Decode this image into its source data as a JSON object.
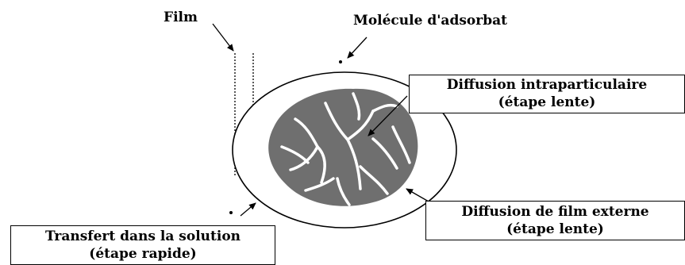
{
  "labels": {
    "film": "Film",
    "molecule": "Molécule d'adsorbat"
  },
  "boxes": {
    "intraparticle": {
      "line1": "Diffusion intraparticulaire",
      "line2": "(étape lente)"
    },
    "external_film": {
      "line1": "Diffusion de film externe",
      "line2": "(étape lente)"
    },
    "solution_transfer": {
      "line1": "Transfert dans la solution",
      "line2": "(étape rapide)"
    }
  },
  "colors": {
    "particle_fill": "#6f6f6f",
    "pores": "#ffffff",
    "ink": "#000000"
  }
}
